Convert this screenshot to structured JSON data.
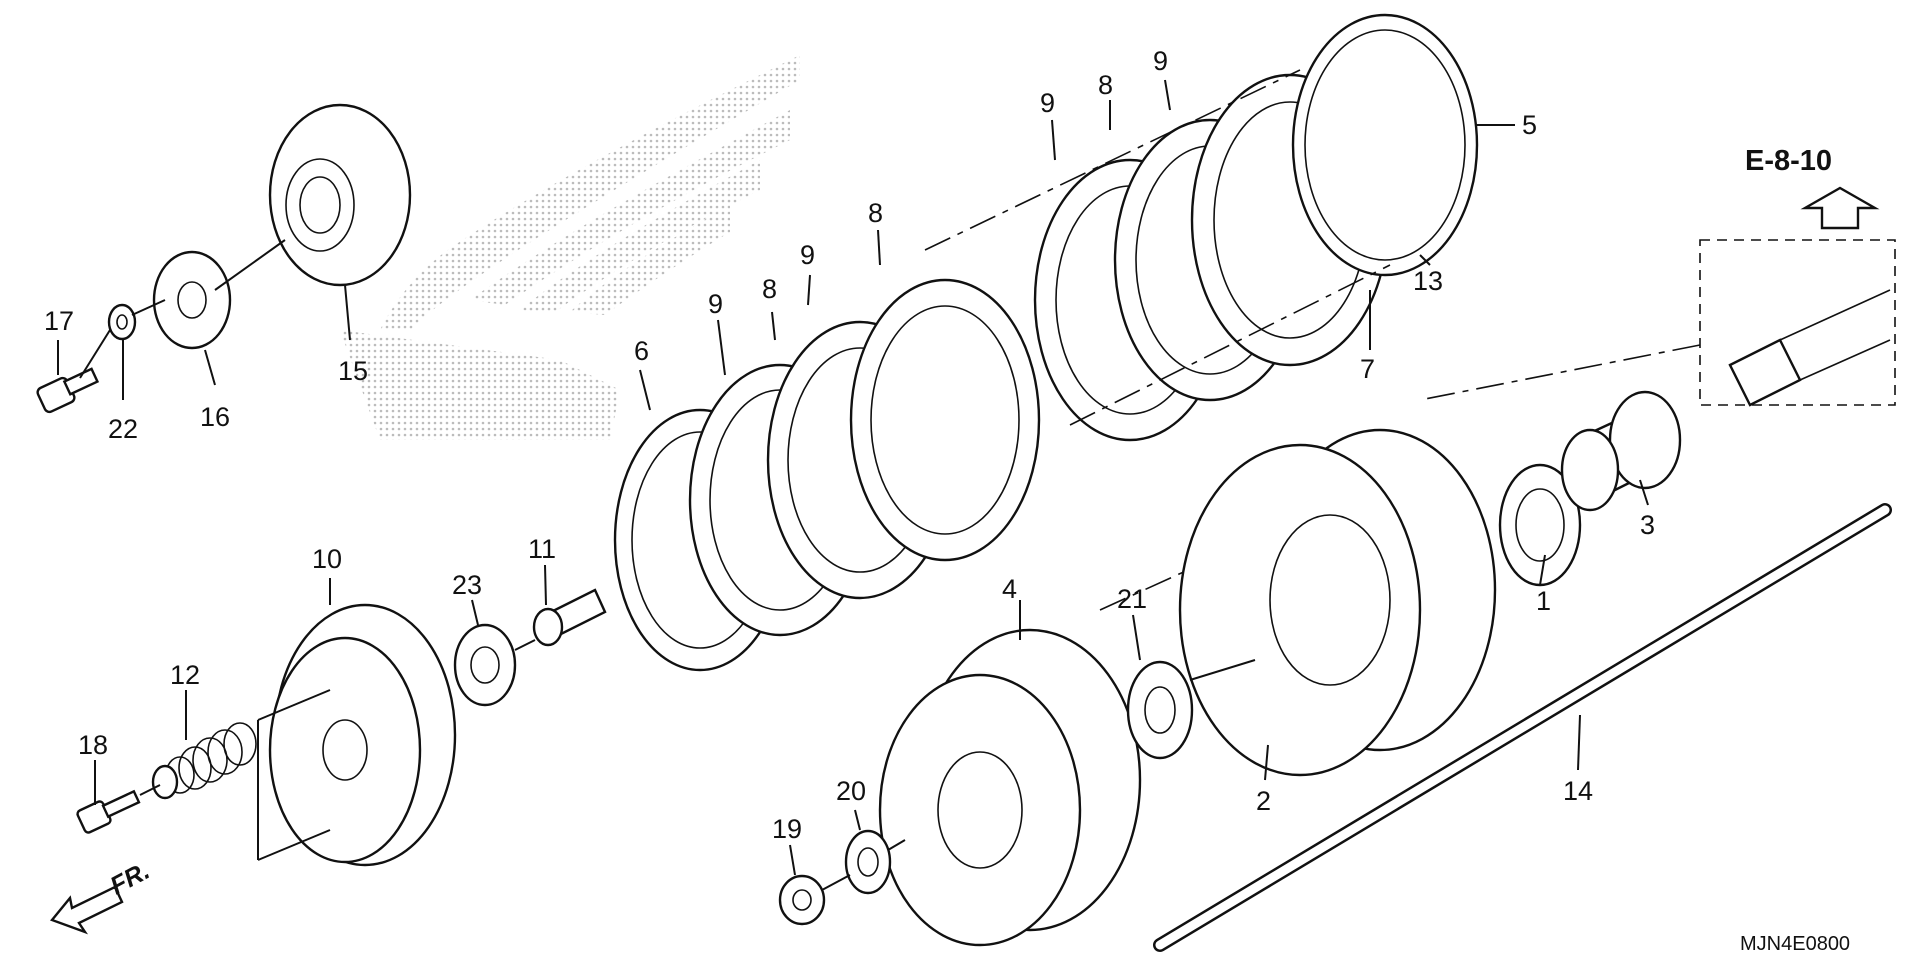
{
  "diagram": {
    "drawing_code": "MJN4E0800",
    "reference": "E-8-10",
    "direction_label": "FR.",
    "callouts": [
      "1",
      "2",
      "3",
      "4",
      "5",
      "6",
      "7",
      "8",
      "8",
      "8",
      "9",
      "9",
      "9",
      "9",
      "10",
      "11",
      "12",
      "13",
      "14",
      "15",
      "16",
      "17",
      "18",
      "19",
      "20",
      "21",
      "22",
      "23"
    ]
  },
  "colors": {
    "line": "#111111",
    "background": "#ffffff",
    "watermark": "#b5b5b5"
  }
}
